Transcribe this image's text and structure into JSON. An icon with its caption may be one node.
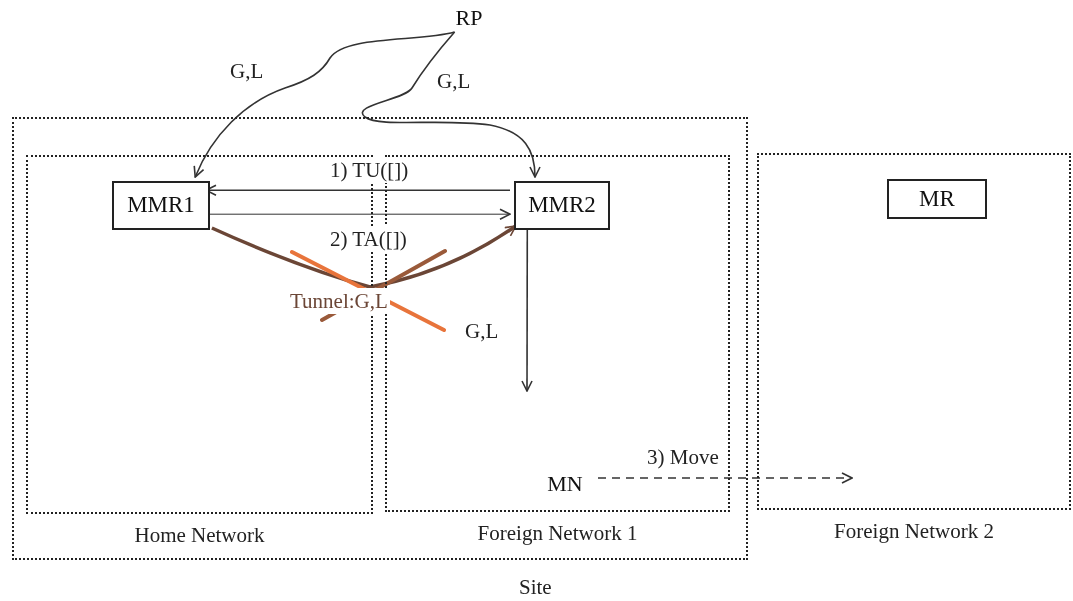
{
  "diagram": {
    "nodes": [
      {
        "text": [
          "RP"
        ]
      },
      {
        "text": [
          "Site"
        ]
      },
      {
        "text": [
          "Home Network"
        ],
        "in": 1
      },
      {
        "text": [
          "Foreign Network 1"
        ],
        "in": 1
      },
      {
        "text": [
          "Foreign Network 2"
        ]
      },
      {
        "text": [
          "MMR1"
        ],
        "in": 2
      },
      {
        "text": [
          "MMR2"
        ],
        "in": 3
      },
      {
        "text": [
          "MR"
        ],
        "in": 4
      },
      {
        "text": [
          "MN"
        ],
        "in": 3
      }
    ],
    "edges": [
      {
        "from": 0,
        "to": 5,
        "arrow": "to",
        "label": "G,L"
      },
      {
        "from": 0,
        "to": 6,
        "arrow": "to",
        "label": "G,L"
      },
      {
        "from": 6,
        "to": 5,
        "arrow": "to",
        "label": "1) TU([])"
      },
      {
        "from": 5,
        "to": 6,
        "arrow": "to",
        "label": "2) TA([])"
      },
      {
        "from": 5,
        "to": 6,
        "arrow": "to",
        "label": "Tunnel:G,L",
        "style": "thick",
        "color": "#6b4636"
      },
      {
        "from": 6,
        "to": null,
        "arrow": "to",
        "label": "G,L"
      },
      {
        "from": 8,
        "to": null,
        "arrow": "to",
        "label": "3) Move",
        "style": "dashed"
      }
    ]
  }
}
